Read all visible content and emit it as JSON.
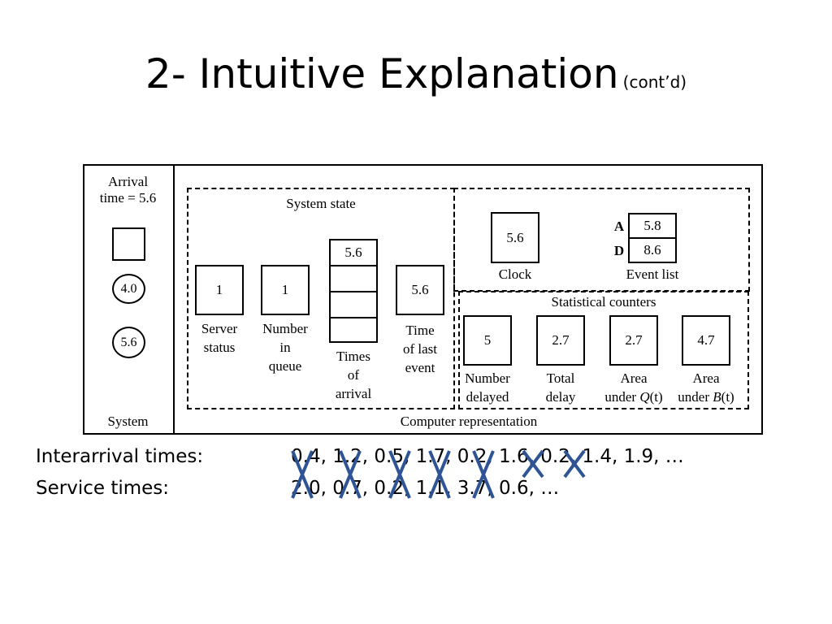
{
  "title": {
    "main": "2- Intuitive Explanation",
    "sub": "(cont’d)"
  },
  "diagram": {
    "system_side": {
      "arrival_label_line1": "Arrival",
      "arrival_label_line2": "time = 5.6",
      "circles": [
        "4.0",
        "5.6"
      ],
      "footer": "System"
    },
    "system_state": {
      "heading": "System state",
      "server_status": {
        "value": "1",
        "label_lines": [
          "Server",
          "status"
        ]
      },
      "number_in_queue": {
        "value": "1",
        "label_lines": [
          "Number",
          "in",
          "queue"
        ]
      },
      "times_of_arrival": {
        "value": "5.6",
        "label_lines": [
          "Times",
          "of",
          "arrival"
        ]
      },
      "time_of_last_event": {
        "value": "5.6",
        "label_lines": [
          "Time",
          "of last",
          "event"
        ]
      }
    },
    "clock": {
      "value": "5.6",
      "label": "Clock"
    },
    "event_list": {
      "label": "Event list",
      "rows": [
        {
          "key": "A",
          "value": "5.8"
        },
        {
          "key": "D",
          "value": "8.6"
        }
      ]
    },
    "statistical_counters": {
      "heading": "Statistical counters",
      "number_delayed": {
        "value": "5",
        "label_lines": [
          "Number",
          "delayed"
        ]
      },
      "total_delay": {
        "value": "2.7",
        "label_lines": [
          "Total",
          "delay"
        ]
      },
      "area_q": {
        "value": "2.7",
        "label_line1": "Area",
        "label_line2_prefix": "under ",
        "label_line2_var": "Q",
        "label_line2_suffix": "(t)"
      },
      "area_b": {
        "value": "4.7",
        "label_line1": "Area",
        "label_line2_prefix": "under ",
        "label_line2_var": "B",
        "label_line2_suffix": "(t)"
      }
    },
    "footer": "Computer representation"
  },
  "interarrival": {
    "label": "Interarrival times:",
    "values": "0.4, 1.2, 0.5, 1.7, 0.2, 1.6, 0.2, 1.4, 1.9, …"
  },
  "service": {
    "label": "Service times:",
    "values": "2.0, 0.7, 0.2, 1.1, 3.7, 0.6, …"
  },
  "strike_color": "#2F5496"
}
